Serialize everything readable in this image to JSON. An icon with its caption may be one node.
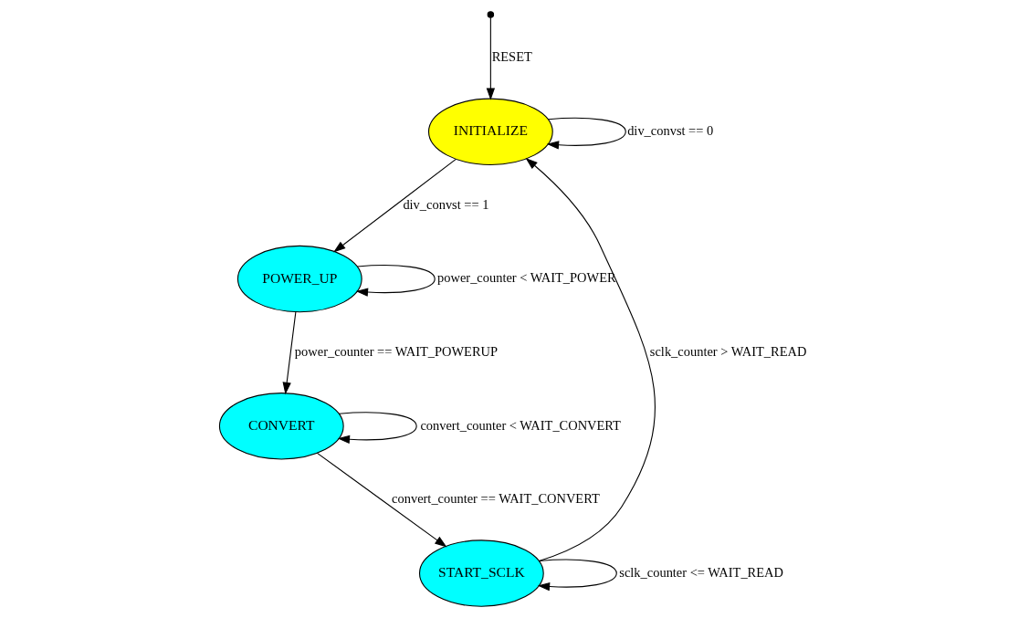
{
  "diagram": {
    "nodes": [
      {
        "text": [
          "INITIALIZE"
        ]
      },
      {
        "text": [
          "POWER_UP"
        ]
      },
      {
        "text": [
          "CONVERT"
        ]
      },
      {
        "text": [
          "START_SCLK"
        ]
      },
      {
        "text": [],
        "shape": "point"
      }
    ],
    "edges": [
      {
        "from": 4,
        "to": 0,
        "arrow": "to",
        "label": "RESET"
      },
      {
        "from": 0,
        "to": 0,
        "arrow": "to",
        "label": "div_convst == 0"
      },
      {
        "from": 0,
        "to": 1,
        "arrow": "to",
        "label": "div_convst == 1"
      },
      {
        "from": 1,
        "to": 1,
        "arrow": "to",
        "label": "power_counter < WAIT_POWER"
      },
      {
        "from": 1,
        "to": 2,
        "arrow": "to",
        "label": "power_counter == WAIT_POWERUP"
      },
      {
        "from": 2,
        "to": 2,
        "arrow": "to",
        "label": "convert_counter < WAIT_CONVERT"
      },
      {
        "from": 2,
        "to": 3,
        "arrow": "to",
        "label": "convert_counter == WAIT_CONVERT"
      },
      {
        "from": 3,
        "to": 3,
        "arrow": "to",
        "label": "sclk_counter <= WAIT_READ"
      },
      {
        "from": 3,
        "to": 0,
        "arrow": "to",
        "label": "sclk_counter > WAIT_READ"
      }
    ]
  }
}
